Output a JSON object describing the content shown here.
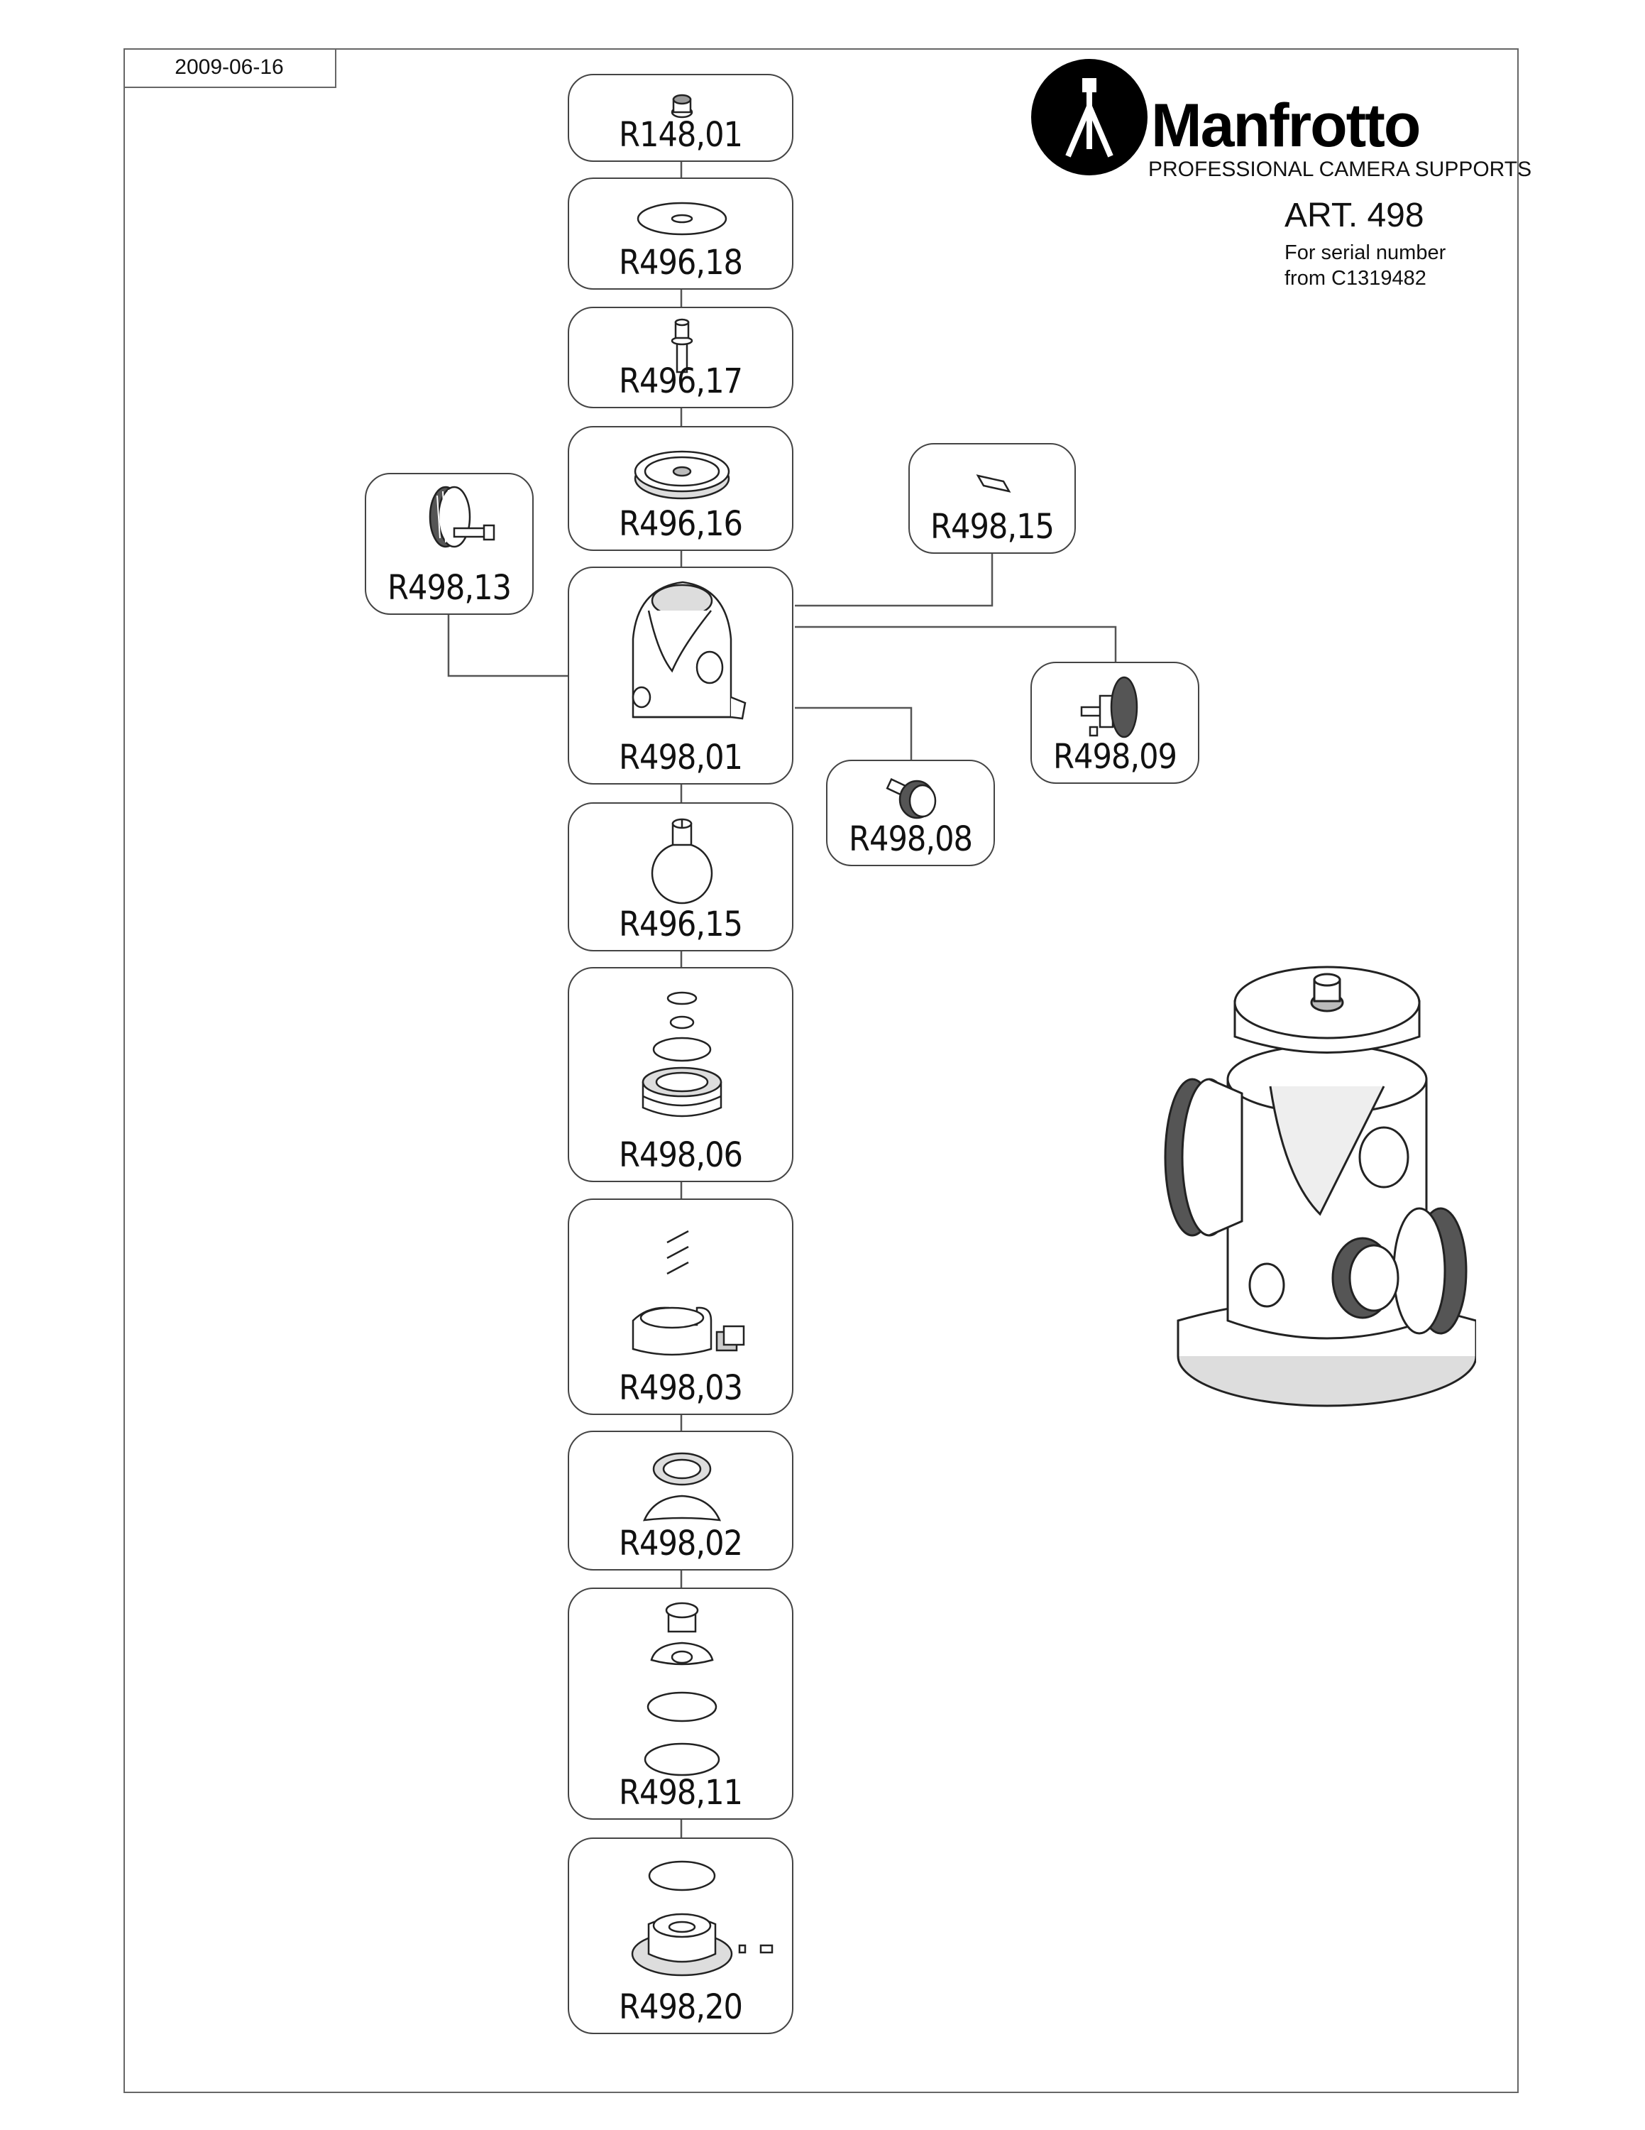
{
  "document": {
    "date": "2009-06-16",
    "brand": "Manfrotto",
    "tagline": "PROFESSIONAL CAMERA SUPPORTS",
    "article": "ART. 498",
    "serial_line1": "For serial number",
    "serial_line2": "from C1319482"
  },
  "parts": [
    {
      "code": "R148,01",
      "icon": "small-screw-icon"
    },
    {
      "code": "R496,18",
      "icon": "washer-disc-icon"
    },
    {
      "code": "R496,17",
      "icon": "pin-screw-icon"
    },
    {
      "code": "R496,16",
      "icon": "top-plate-icon"
    },
    {
      "code": "R498,13",
      "icon": "large-knob-icon"
    },
    {
      "code": "R498,15",
      "icon": "small-pad-icon"
    },
    {
      "code": "R498,01",
      "icon": "head-body-icon"
    },
    {
      "code": "R498,09",
      "icon": "side-knob-icon"
    },
    {
      "code": "R498,08",
      "icon": "small-knob-icon"
    },
    {
      "code": "R496,15",
      "icon": "ball-stem-icon"
    },
    {
      "code": "R498,06",
      "icon": "ring-set-icon"
    },
    {
      "code": "R498,03",
      "icon": "pins-and-clamp-icon"
    },
    {
      "code": "R498,02",
      "icon": "clutch-ring-icon"
    },
    {
      "code": "R498,11",
      "icon": "base-stack-icon"
    },
    {
      "code": "R498,20",
      "icon": "base-assembly-icon"
    }
  ],
  "colors": {
    "line": "#444444",
    "frame": "#666666",
    "ink": "#111111"
  }
}
